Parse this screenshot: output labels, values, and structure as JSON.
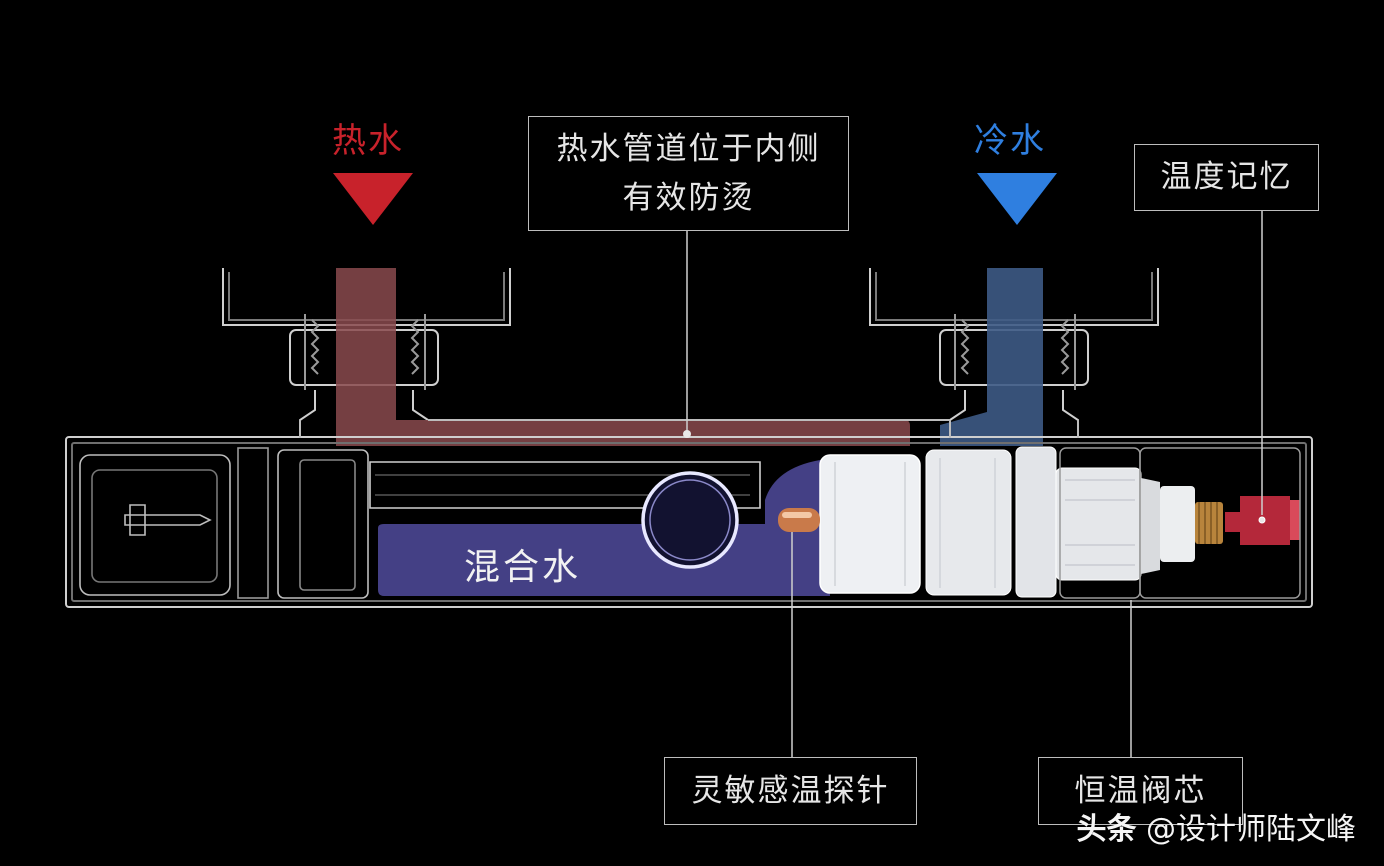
{
  "labels": {
    "hot_water": "热水",
    "cold_water": "冷水",
    "mixed_water": "混合水"
  },
  "callouts": {
    "hot_pipe_line1": "热水管道位于内侧",
    "hot_pipe_line2": "有效防烫",
    "temp_memory": "温度记忆",
    "sensor_probe": "灵敏感温探针",
    "thermo_cartridge": "恒温阀芯"
  },
  "watermark": {
    "platform": "头条",
    "author": "@设计师陆文峰"
  },
  "colors": {
    "hot": "#c8222b",
    "cold": "#2f7fe0",
    "hot_pipe": "#8a4a4e",
    "cold_pipe": "#3d5a85",
    "mixed": "#4a4590",
    "outline": "#cfcfcf"
  }
}
